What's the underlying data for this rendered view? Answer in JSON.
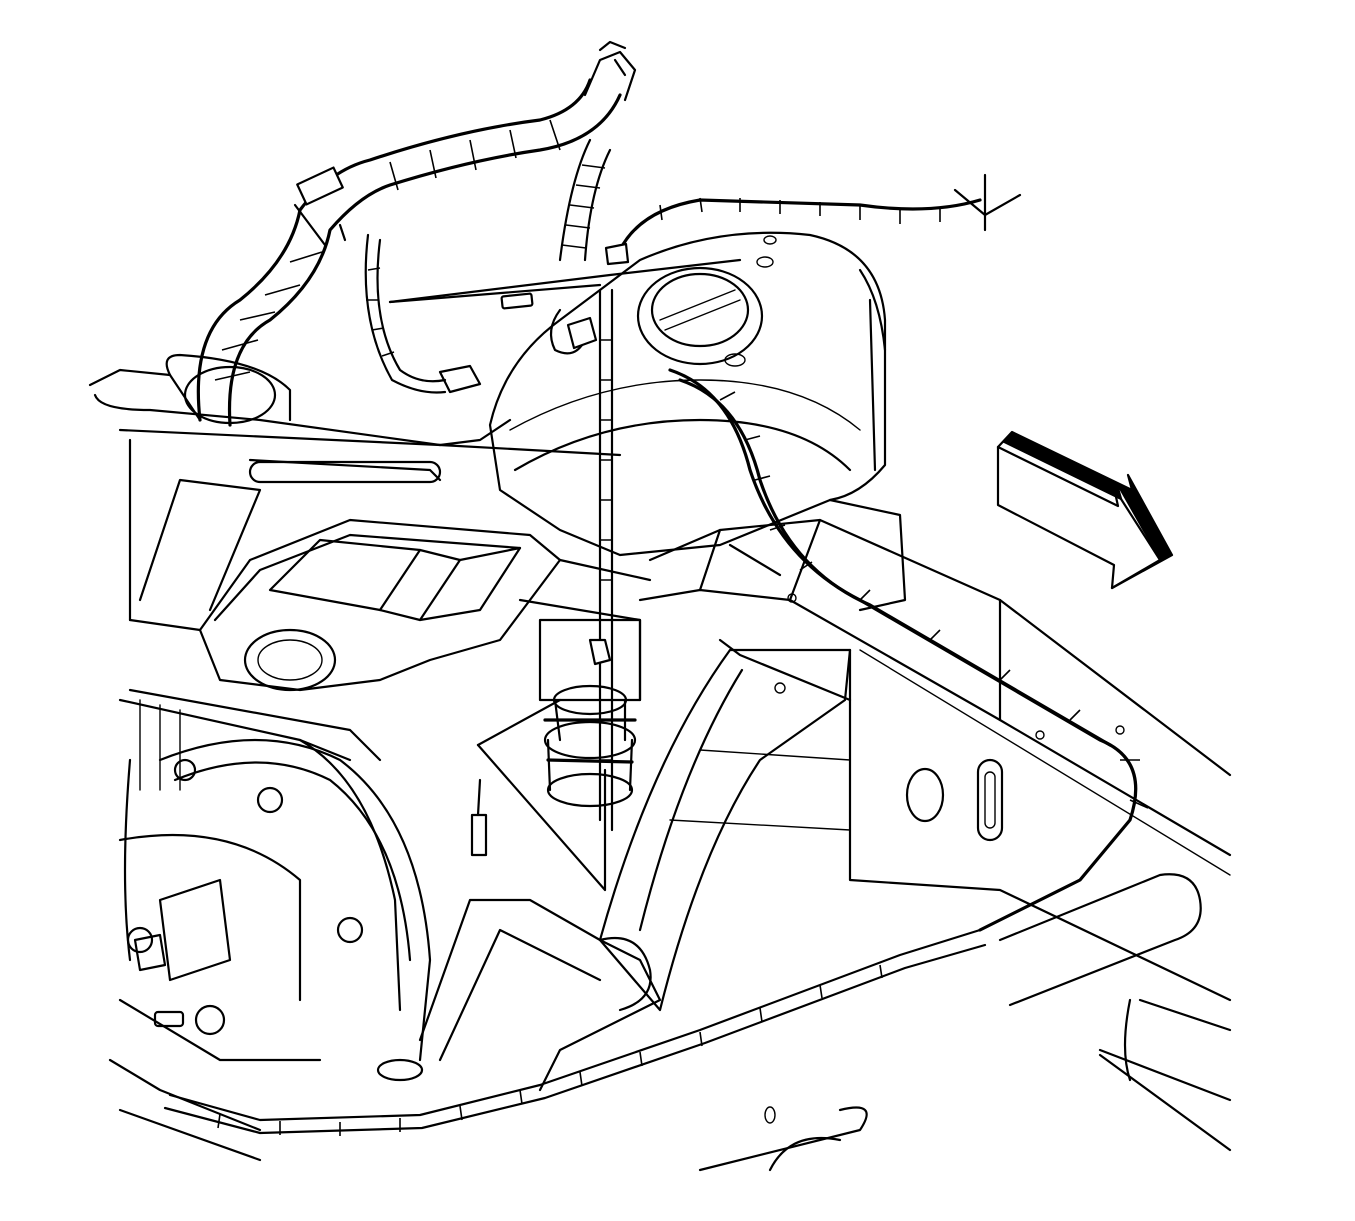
{
  "diagram": {
    "style": "black line-art technical illustration on white",
    "colors": {
      "line": "#000000",
      "background": "#ffffff"
    },
    "callouts": [
      {
        "id": "callout-lower-sensor"
      },
      {
        "id": "callout-upper-harness-clip"
      },
      {
        "id": "callout-top-right-harness"
      }
    ],
    "direction_arrow": {
      "icon": "front-direction-arrow-icon"
    }
  }
}
